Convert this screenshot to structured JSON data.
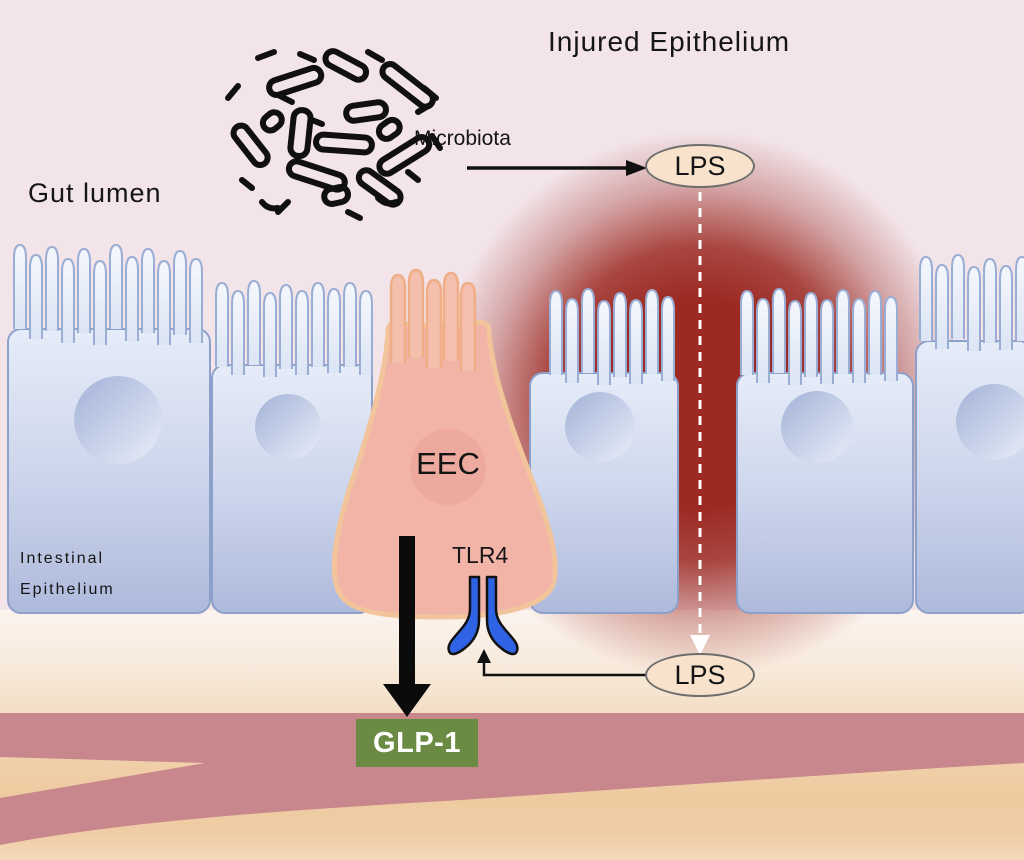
{
  "labels": {
    "gut_lumen": "Gut lumen",
    "injured_epithelium": "Injured Epithelium",
    "microbiota": "Microbiota",
    "intestinal_line1": "Intestinal",
    "intestinal_line2": "Epithelium",
    "eec": "EEC",
    "tlr4": "TLR4",
    "lps_top": "LPS",
    "lps_bottom": "LPS",
    "glp1": "GLP-1"
  },
  "colors": {
    "lumen_background": "#f2e4e9",
    "injury_red": "#9c2a23",
    "epithelial_cell_fill": "#cdd6ec",
    "epithelial_cell_border": "#8da0ca",
    "eec_cell_fill": "#f3b4a8",
    "eec_cell_outline": "#f2c49c",
    "tlr4_receptor_blue": "#2f63e6",
    "lps_oval_fill": "#f8e2cb",
    "glp1_green": "#6b8b44",
    "vessel_rose": "#c8868d",
    "submucosa_peach": "#eeca9f",
    "microbiota_black": "#101010"
  }
}
